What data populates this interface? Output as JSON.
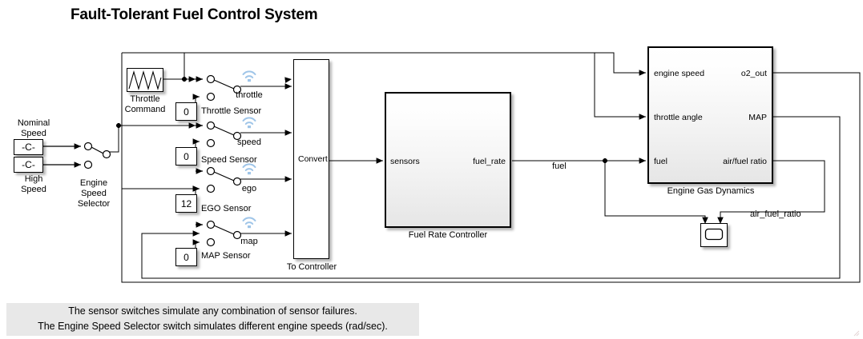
{
  "page": {
    "title": "Fault-Tolerant Fuel Control System",
    "background": "#ffffff",
    "signal_badge_color": "#9fc5e8"
  },
  "sources": {
    "throttle_command": {
      "name_line1": "Throttle",
      "name_line2": "Command",
      "icon": "triangle-wave-icon"
    },
    "engine_speed_selector": {
      "name_line1": "Engine",
      "name_line2": "Speed",
      "name_line3": "Selector",
      "nominal": {
        "label_line1": "Nominal",
        "label_line2": "Speed",
        "value": "-C-"
      },
      "high": {
        "label_line1": "High",
        "label_line2": "Speed",
        "value": "-C-"
      }
    }
  },
  "sensors": [
    {
      "id": "throttle",
      "name": "Throttle Sensor",
      "signal": "throttle",
      "failure_value": "0"
    },
    {
      "id": "speed",
      "name": "Speed Sensor",
      "signal": "speed",
      "failure_value": "0"
    },
    {
      "id": "ego",
      "name": "EGO Sensor",
      "signal": "ego",
      "failure_value": "12"
    },
    {
      "id": "map",
      "name": "MAP Sensor",
      "signal": "map",
      "failure_value": "0"
    }
  ],
  "blocks": {
    "to_controller": {
      "name": "To Controller",
      "text": "Convert"
    },
    "fuel_rate_controller": {
      "name": "Fuel Rate Controller",
      "input_port": "sensors",
      "output_port": "fuel_rate"
    },
    "engine_gas_dynamics": {
      "name": "Engine Gas Dynamics",
      "inputs": [
        "engine speed",
        "throttle angle",
        "fuel"
      ],
      "outputs": [
        "o2_out",
        "MAP",
        "air/fuel ratio"
      ]
    },
    "scope": {
      "name": "scope-block",
      "icon": "scope-icon"
    }
  },
  "signal_labels": {
    "fuel": "fuel",
    "air_fuel_ratio": "air_fuel_ratio"
  },
  "annotation": {
    "line1": "The sensor switches simulate any combination of sensor failures.",
    "line2": "The Engine Speed Selector switch simulates different engine speeds (rad/sec)."
  }
}
